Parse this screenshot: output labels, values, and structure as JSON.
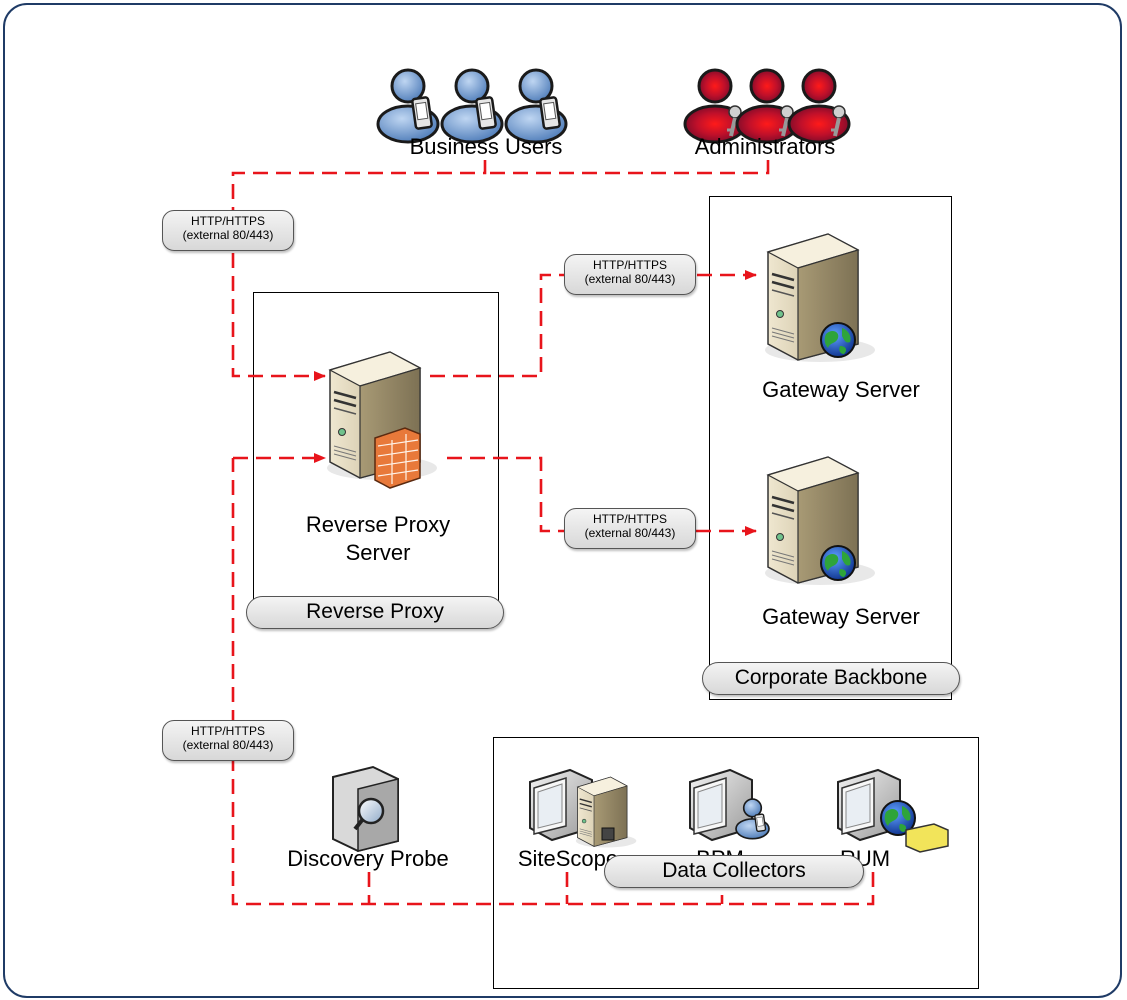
{
  "nodes": {
    "business_users": "Business Users",
    "administrators": "Administrators",
    "reverse_proxy_server_line1": "Reverse Proxy",
    "reverse_proxy_server_line2": "Server",
    "gateway_server_1": "Gateway Server",
    "gateway_server_2": "Gateway Server",
    "discovery_probe": "Discovery Probe",
    "sitescope": "SiteScope",
    "bpm": "BPM",
    "rum": "RUM"
  },
  "groups": {
    "reverse_proxy": "Reverse Proxy",
    "corporate_backbone": "Corporate Backbone",
    "data_collectors": "Data Collectors"
  },
  "connections": {
    "users_to_proxy": {
      "line1": "HTTP/HTTPS",
      "line2": "(external 80/443)"
    },
    "proxy_to_gateway_1": {
      "line1": "HTTP/HTTPS",
      "line2": "(external 80/443)"
    },
    "proxy_to_gateway_2": {
      "line1": "HTTP/HTTPS",
      "line2": "(external 80/443)"
    },
    "collectors_to_proxy": {
      "line1": "HTTP/HTTPS",
      "line2": "(external 80/443)"
    }
  },
  "colors": {
    "frame_border": "#1f3b66",
    "connection_line": "#e8141b",
    "user_blue": "#6f9bd1",
    "admin_red": "#d11a2a",
    "server_beige": "#ddd2b4"
  },
  "icons": {
    "business_users": "user-with-pda-icon",
    "administrators": "admin-with-key-icon",
    "reverse_proxy_server": "server-firewall-icon",
    "gateway_server": "server-globe-icon",
    "discovery_probe": "magnifier-probe-icon",
    "sitescope": "monitor-server-icon",
    "bpm": "monitor-user-icon",
    "rum": "monitor-globe-icon"
  }
}
